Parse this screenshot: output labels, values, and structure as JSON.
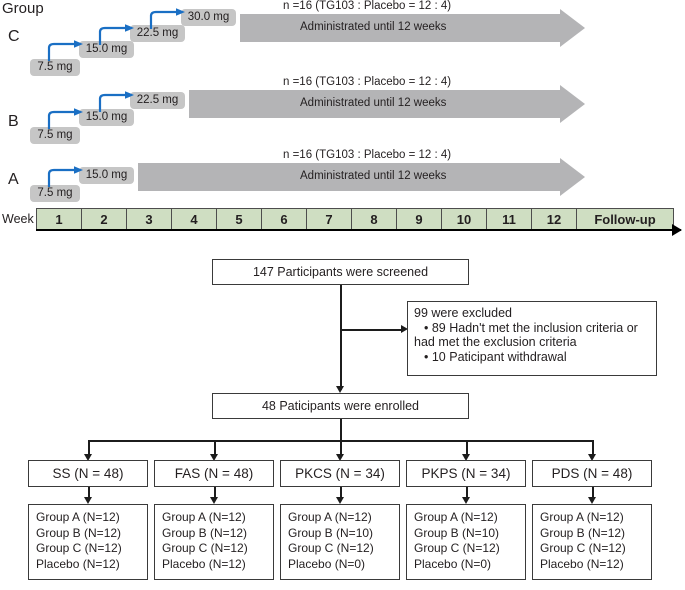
{
  "schedule": {
    "group_header": "Group",
    "week_label": "Week",
    "arms": [
      {
        "letter": "C",
        "doses": [
          "7.5 mg",
          "15.0 mg",
          "22.5 mg",
          "30.0 mg"
        ],
        "n_text": "n =16 (TG103 : Placebo = 12 : 4)",
        "maintenance_text": "Administrated until 12 weeks"
      },
      {
        "letter": "B",
        "doses": [
          "7.5 mg",
          "15.0 mg",
          "22.5 mg"
        ],
        "n_text": "n =16 (TG103 : Placebo = 12 : 4)",
        "maintenance_text": "Administrated until 12 weeks"
      },
      {
        "letter": "A",
        "doses": [
          "7.5 mg",
          "15.0 mg"
        ],
        "n_text": "n =16 (TG103 : Placebo = 12 : 4)",
        "maintenance_text": "Administrated until 12 weeks"
      }
    ],
    "weeks": [
      "1",
      "2",
      "3",
      "4",
      "5",
      "6",
      "7",
      "8",
      "9",
      "10",
      "11",
      "12",
      "Follow-up"
    ]
  },
  "flow": {
    "screened": "147 Participants were screened",
    "excluded": {
      "title": "99 were excluded",
      "reason_1": "• 89 Hadn't met the inclusion criteria or",
      "reason_1_cont": "had met the exclusion criteria",
      "reason_2": "• 10 Paticipant withdrawal"
    },
    "enrolled": "48 Paticipants were enrolled",
    "populations": [
      {
        "name": "SS (N = 48)",
        "rows": [
          "Group A (N=12)",
          "Group B (N=12)",
          "Group C (N=12)",
          "Placebo (N=12)"
        ]
      },
      {
        "name": "FAS (N = 48)",
        "rows": [
          "Group A (N=12)",
          "Group B (N=12)",
          "Group C (N=12)",
          "Placebo (N=12)"
        ]
      },
      {
        "name": "PKCS (N = 34)",
        "rows": [
          "Group A (N=12)",
          "Group B (N=10)",
          "Group C (N=12)",
          "Placebo (N=0)"
        ]
      },
      {
        "name": "PKPS (N = 34)",
        "rows": [
          "Group A (N=12)",
          "Group B (N=10)",
          "Group C (N=12)",
          "Placebo (N=0)"
        ]
      },
      {
        "name": "PDS (N = 48)",
        "rows": [
          "Group A (N=12)",
          "Group B (N=12)",
          "Group C (N=12)",
          "Placebo (N=12)"
        ]
      }
    ]
  },
  "colors": {
    "dose_chip": "#c6c6c6",
    "maintenance_bar": "#b4b4b6",
    "escalation_arrow": "#1a6fc4",
    "week_cell": "#cfdec2",
    "box_border": "#3a3a3a"
  }
}
